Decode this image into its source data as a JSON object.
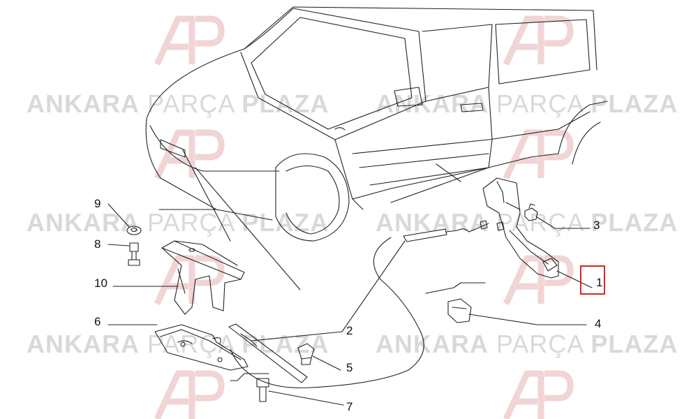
{
  "watermark": {
    "word1": "ANKARA",
    "word2": "PARÇA",
    "word3": "PLAZA",
    "logo": "AP"
  },
  "callouts": [
    {
      "id": "1",
      "label": "1"
    },
    {
      "id": "2",
      "label": "2"
    },
    {
      "id": "3",
      "label": "3"
    },
    {
      "id": "4",
      "label": "4"
    },
    {
      "id": "5",
      "label": "5"
    },
    {
      "id": "6",
      "label": "6"
    },
    {
      "id": "7",
      "label": "7"
    },
    {
      "id": "8",
      "label": "8"
    },
    {
      "id": "9",
      "label": "9"
    },
    {
      "id": "10",
      "label": "10"
    }
  ],
  "highlighted_callout": "1",
  "colors": {
    "line": "#222222",
    "watermark": "#d9d9d9",
    "logo": "#f2d6d6",
    "highlight": "#dd2222"
  }
}
